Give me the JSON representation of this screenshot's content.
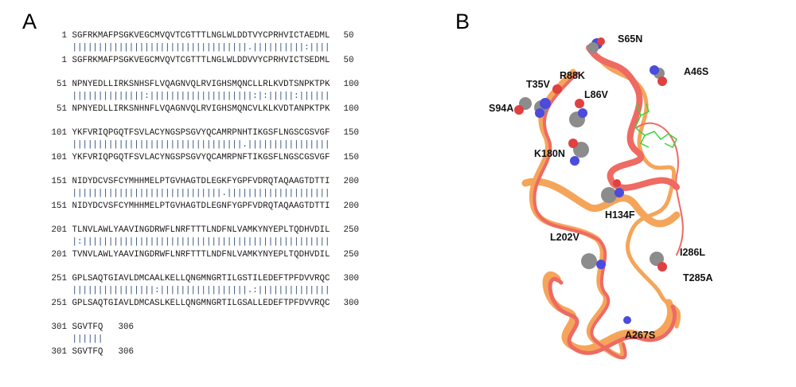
{
  "panels": {
    "a_label": "A",
    "b_label": "B"
  },
  "alignment": {
    "blocks": [
      {
        "start": "1",
        "end": "50",
        "seq1": "SGFRKMAFPSGKVEGCMVQVTCGTTTLNGLWLDDTVYCPRHVICTAEDML",
        "match": "||||||||||||||||||||||||||||||||||.||||||||||:||||",
        "seq2": "SGFRKMAFPSGKVEGCMVQVTCGTTTLNGLWLDDVVYCPRHVICTSEDML"
      },
      {
        "start": "51",
        "end": "100",
        "seq1": "NPNYEDLLIRKSNHSFLVQAGNVQLRVIGHSMQNCLLRLKVDTSNPKTPK",
        "match": "||||||||||||||:||||||||||||||||||||:|:|||||:||||||",
        "seq2": "NPNYEDLLIRKSNHNFLVQAGNVQLRVIGHSMQNCVLKLKVDTANPKTPK"
      },
      {
        "start": "101",
        "end": "150",
        "seq1": "YKFVRIQPGQTFSVLACYNGSPSGVYQCAMRPNHTIKGSFLNGSCGSVGF",
        "match": "|||||||||||||||||||||||||||||||||.||||||||||||||||",
        "seq2": "YKFVRIQPGQTFSVLACYNGSPSGVYQCAMRPNFTIKGSFLNGSCGSVGF"
      },
      {
        "start": "151",
        "end": "200",
        "seq1": "NIDYDCVSFCYMHHMELPTGVHAGTDLEGKFYGPFVDRQTAQAAGTDTTI",
        "match": "|||||||||||||||||||||||||||||.||||||||||||||||||||",
        "seq2": "NIDYDCVSFCYMHHMELPTGVHAGTDLEGNFYGPFVDRQTAQAAGTDTTI"
      },
      {
        "start": "201",
        "end": "250",
        "seq1": "TLNVLAWLYAAVINGDRWFLNRFTTTLNDFNLVAMKYNYEPLTQDHVDIL",
        "match": "|:||||||||||||||||||||||||||||||||||||||||||||||||",
        "seq2": "TVNVLAWLYAAVINGDRWFLNRFTTTLNDFNLVAMKYNYEPLTQDHVDIL"
      },
      {
        "start": "251",
        "end": "300",
        "seq1": "GPLSAQTGIAVLDMCAALKELLQNGMNGRTILGSTILEDEFTPFDVVRQC",
        "match": "||||||||||||||||:|||||||||||||||||.:||||||||||||||",
        "seq2": "GPLSAQTGIAVLDMCASLKELLQNGMNGRTILGSALLEDEFTPFDVVRQC"
      },
      {
        "start": "301",
        "end": "306",
        "seq1": "SGVTFQ",
        "match": "||||||",
        "seq2": "SGVTFQ"
      }
    ]
  },
  "structure": {
    "colors": {
      "ribbon_a": "#f5a55a",
      "ribbon_b": "#ee6a62",
      "carbon": "#8c8c8c",
      "nitrogen": "#4b4bdc",
      "oxygen": "#e04040",
      "ligand": "#3cd23c"
    },
    "labels": [
      "S65N",
      "A46S",
      "R88K",
      "T35V",
      "L86V",
      "S94A",
      "K180N",
      "H134F",
      "L202V",
      "I286L",
      "T285A",
      "A267S"
    ]
  }
}
